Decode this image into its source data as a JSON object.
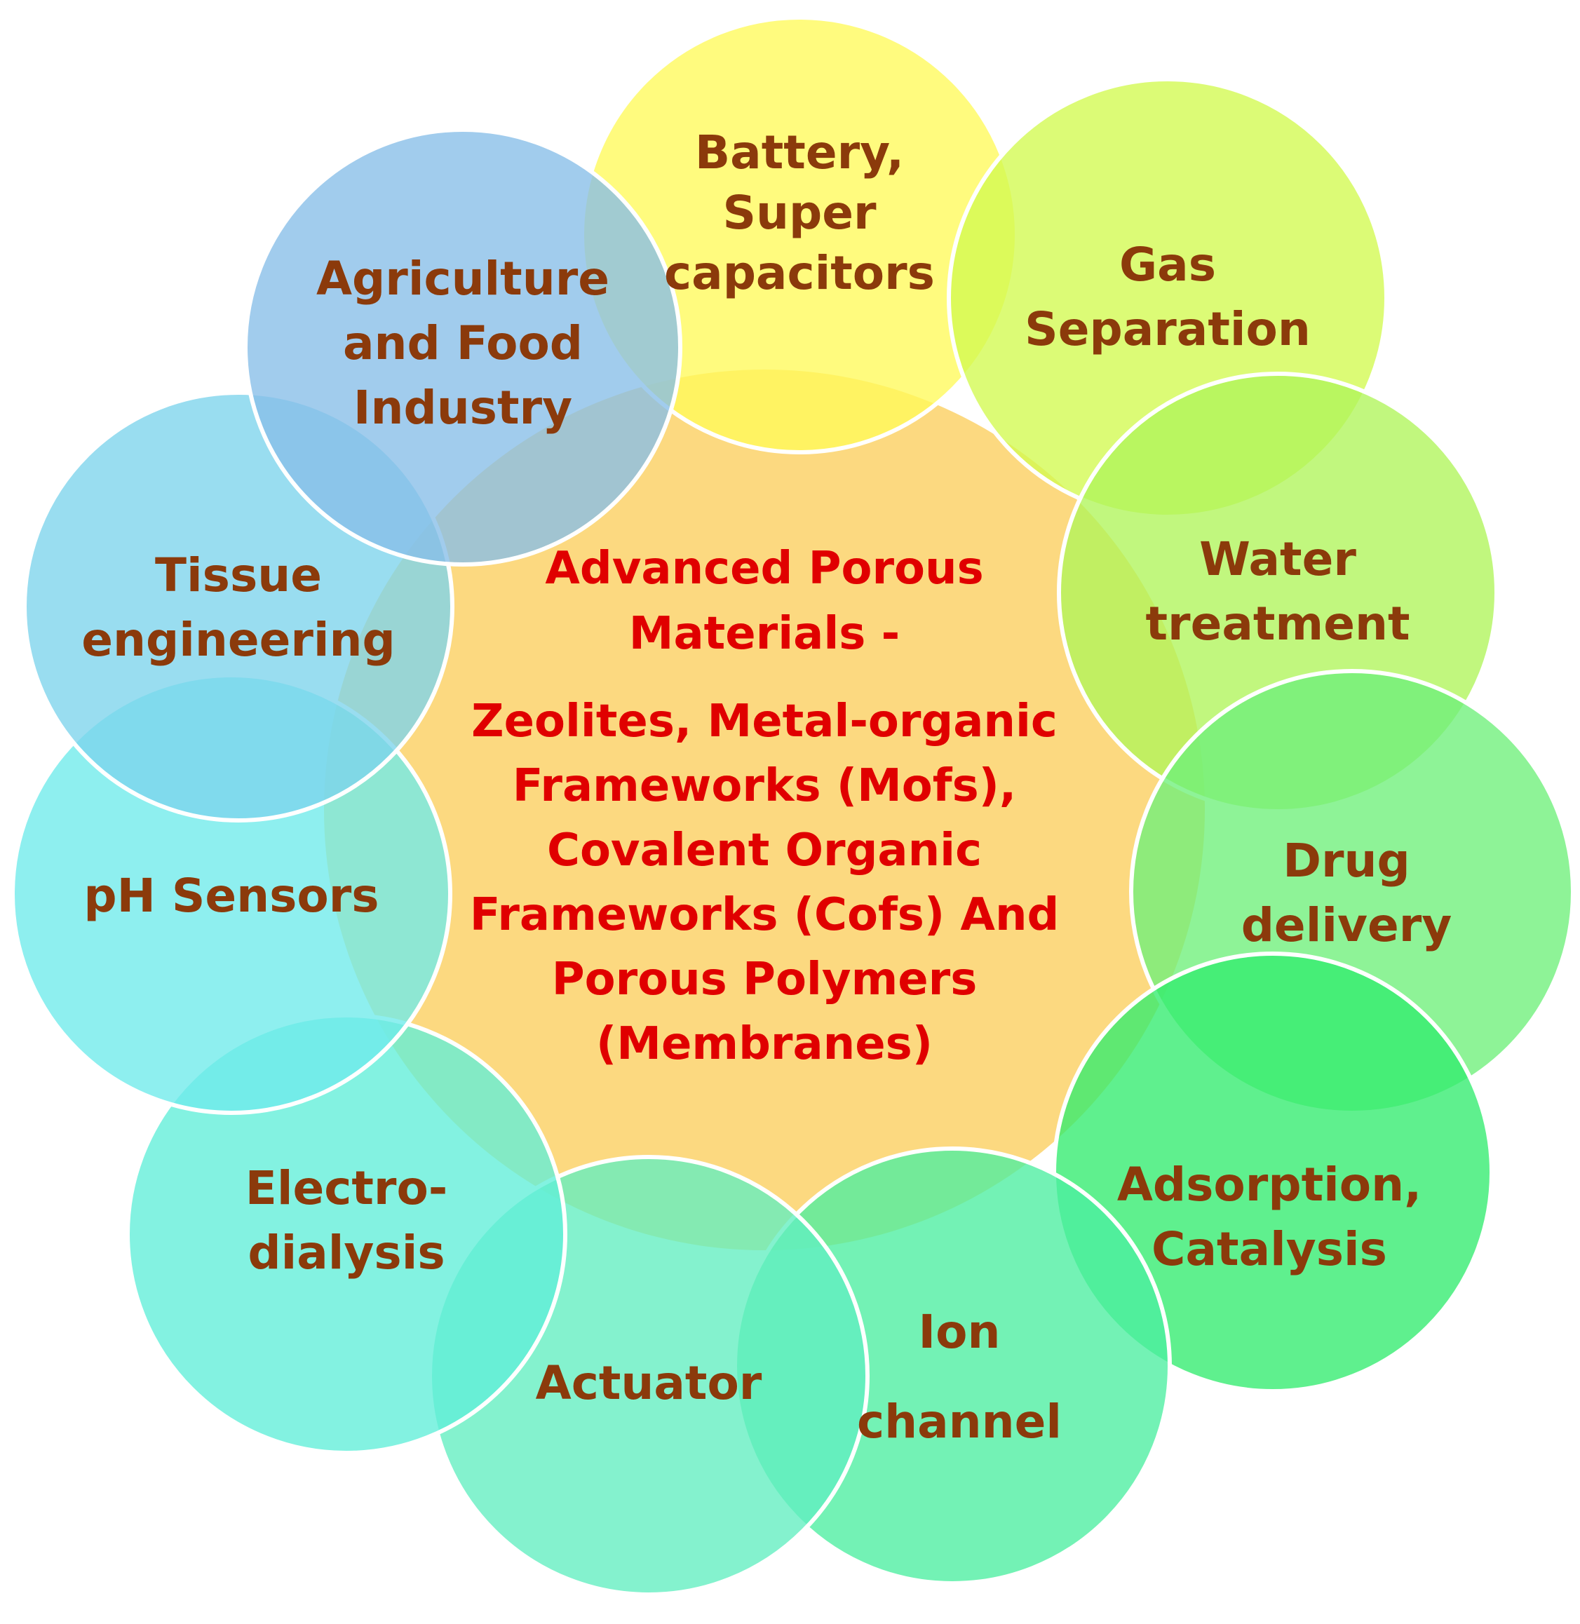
{
  "colors": {
    "center_fill": "#FCD980",
    "center_text": "#E00000",
    "satellite_text": "#8B3A0B",
    "stroke": "#FFFFFF"
  },
  "center": {
    "lines": [
      "Advanced Porous",
      "Materials -",
      "Zeolites, Metal-organic",
      "Frameworks (Mofs),",
      "Covalent Organic",
      "Frameworks (Cofs) And",
      "Porous Polymers",
      "(Membranes)"
    ]
  },
  "satellites": [
    {
      "id": "battery-supercapacitors",
      "lines": [
        "Battery,",
        "Super",
        "capacitors"
      ],
      "color": "#FFFA5A"
    },
    {
      "id": "gas-separation",
      "lines": [
        "Gas",
        "Separation"
      ],
      "color": "#D2FA50"
    },
    {
      "id": "water-treatment",
      "lines": [
        "Water",
        "treatment"
      ],
      "color": "#B0F55A"
    },
    {
      "id": "drug-delivery",
      "lines": [
        "Drug",
        "delivery"
      ],
      "color": "#6EF07A"
    },
    {
      "id": "adsorption-catalysis",
      "lines": [
        "Adsorption,",
        "Catalysis"
      ],
      "color": "#32EC6E"
    },
    {
      "id": "ion-channel",
      "lines": [
        "Ion",
        "channel"
      ],
      "color": "#4CEEA0"
    },
    {
      "id": "actuator",
      "lines": [
        "Actuator"
      ],
      "color": "#62EEC0"
    },
    {
      "id": "electrodialysis",
      "lines": [
        "Electro-",
        "dialysis"
      ],
      "color": "#60EED8"
    },
    {
      "id": "ph-sensors",
      "lines": [
        "pH Sensors"
      ],
      "color": "#6EEAEA"
    },
    {
      "id": "tissue-engineering",
      "lines": [
        "Tissue",
        "engineering"
      ],
      "color": "#7CD4EC"
    },
    {
      "id": "agriculture-food",
      "lines": [
        "Agriculture",
        "and Food",
        "Industry"
      ],
      "color": "#86BEE8"
    }
  ]
}
